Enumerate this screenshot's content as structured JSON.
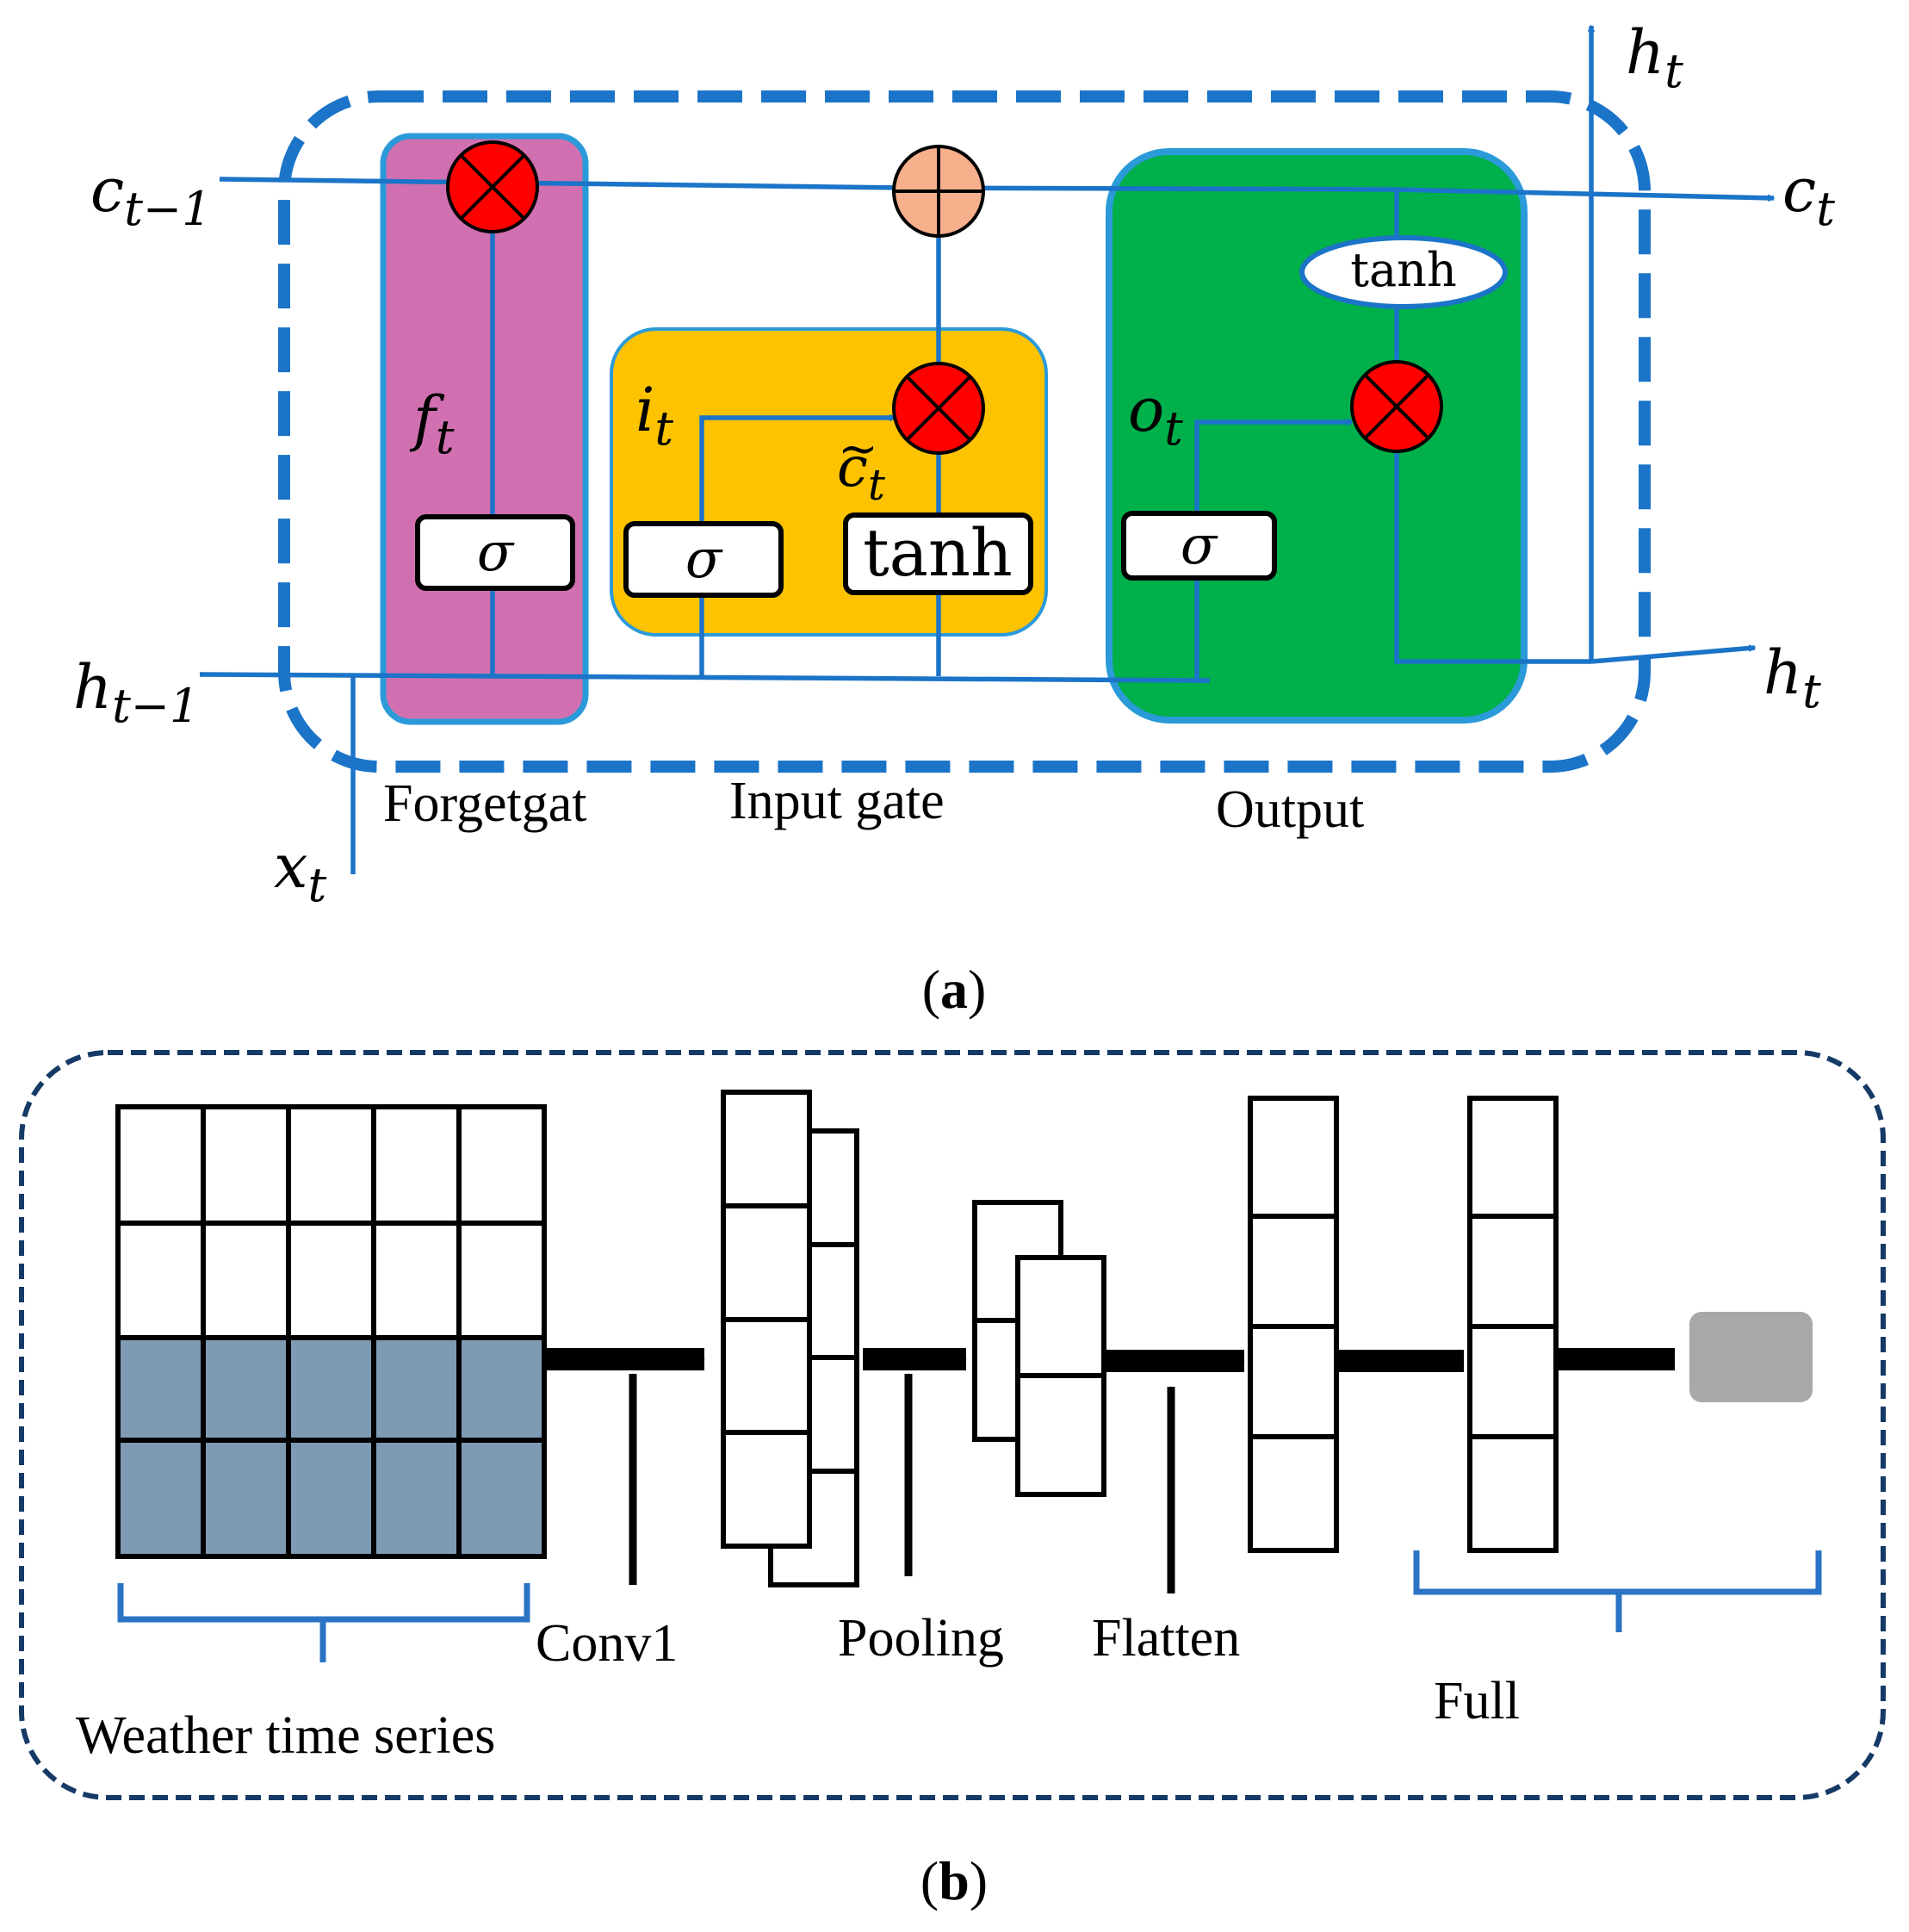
{
  "colors": {
    "line_blue": "#1b74c8",
    "box_border_blue": "#2b9ad9",
    "forget_gate_fill": "#d070b0",
    "input_gate_fill": "#fdc300",
    "output_gate_fill": "#00b04a",
    "multiply_node_fill": "#ff0000",
    "add_node_fill": "#f7b08b",
    "cnn_dash_border": "#153a66",
    "shaded_cell_fill": "#7f9ab3",
    "output_box_fill": "#a8a8a8",
    "text": "#000000"
  },
  "panel_a": {
    "caption_open": "(",
    "caption_letter": "a",
    "caption_close": ")",
    "c_prev": {
      "base": "c",
      "sub": "t−1"
    },
    "c_out": {
      "base": "c",
      "sub": "t"
    },
    "h_prev": {
      "base": "h",
      "sub": "t−1"
    },
    "h_top": {
      "base": "h",
      "sub": "t"
    },
    "h_right": {
      "base": "h",
      "sub": "t"
    },
    "x_in": {
      "base": "x",
      "sub": "t"
    },
    "f_label": {
      "base": "f",
      "sub": "t"
    },
    "i_label": {
      "base": "i",
      "sub": "t"
    },
    "o_label": {
      "base": "o",
      "sub": "t"
    },
    "ctilde_label": {
      "base": "c",
      "tilde": "~",
      "sub": "t"
    },
    "forget_sigma": "σ",
    "input_sigma": "σ",
    "input_tanh": "tanh",
    "output_sigma": "σ",
    "output_tanh": "tanh",
    "forget_gate_label": "Forgetgat",
    "input_gate_label": "Input gate",
    "output_gate_label": "Output"
  },
  "panel_b": {
    "caption_open": "(",
    "caption_letter": "b",
    "caption_close": ")",
    "weather_label": "Weather time series",
    "conv_label": "Conv1",
    "pooling_label": "Pooling",
    "flatten_label": "Flatten",
    "full_label": "Full"
  }
}
